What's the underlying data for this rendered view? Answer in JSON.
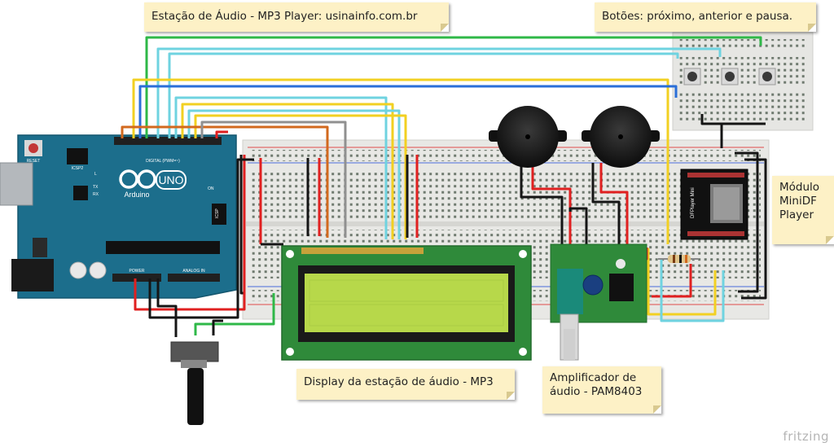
{
  "notes": {
    "station": "Estação de Áudio - MP3 Player: usinainfo.com.br",
    "buttons": "Botões: próximo, anterior e pausa.",
    "module": [
      "Módulo",
      "MiniDF",
      "Player"
    ],
    "display": "Display da estação de áudio - MP3",
    "amplifier": [
      "Amplificador de",
      "áudio - PAM8403"
    ]
  },
  "arduino": {
    "brand": "Arduino",
    "model": "UNO",
    "reset": "RESET",
    "icsp2": "ICSP2",
    "icsp": "ICSP",
    "digital": "DIGITAL (PWM=~)",
    "on": "ON",
    "l": "L",
    "tx": "TX",
    "rx": "RX",
    "power": "POWER",
    "analog": "ANALOG IN"
  },
  "dfplayer": {
    "label": "DFPlayer Mini"
  },
  "watermark": "fritzing",
  "colors": {
    "breadboard": "#e9e9e6",
    "arduino": "#1c6e8c",
    "lcd_screen": "#b7d84a",
    "pcb_green": "#2f8a3a",
    "wire_green": "#2fb848",
    "wire_blue": "#2a6fd8",
    "wire_yellow": "#f2d022",
    "wire_cyan": "#6fd3e0",
    "wire_red": "#e02020",
    "wire_orange": "#d2691e"
  }
}
